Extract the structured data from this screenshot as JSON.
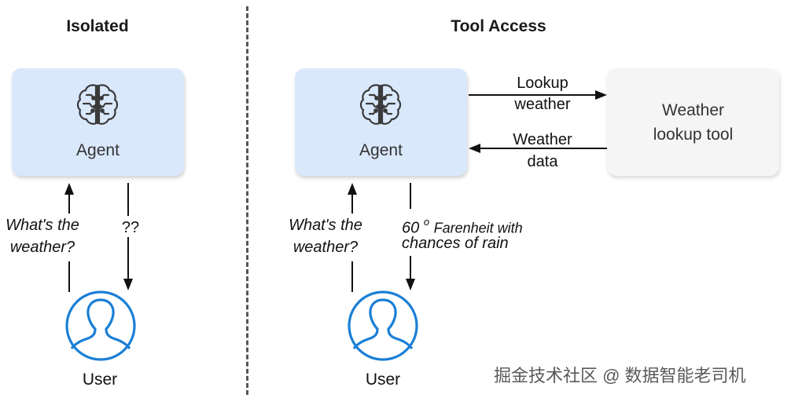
{
  "isolated": {
    "title": "Isolated",
    "agent_label": "Agent",
    "question_line1": "What's the",
    "question_line2": "weather?",
    "response": "??",
    "user_label": "User"
  },
  "tool_access": {
    "title": "Tool Access",
    "agent_label": "Agent",
    "lookup_line1": "Lookup",
    "lookup_line2": "weather",
    "data_line1": "Weather",
    "data_line2": "data",
    "tool_line1": "Weather",
    "tool_line2": "lookup tool",
    "question_line1": "What's the",
    "question_line2": "weather?",
    "answer_number": "60",
    "answer_degree": "o",
    "answer_rest": "Farenheit with",
    "answer_line2": "chances of rain",
    "user_label": "User"
  },
  "watermark": "掘金技术社区 @ 数据智能老司机",
  "colors": {
    "agent_fill": "#dae8fc",
    "tool_fill": "#f5f5f5",
    "user_icon": "#1a7fd6",
    "brain_icon": "#3a3a3a"
  },
  "icons": {
    "agent": "brain-circuit-icon",
    "user": "user-avatar-icon"
  }
}
